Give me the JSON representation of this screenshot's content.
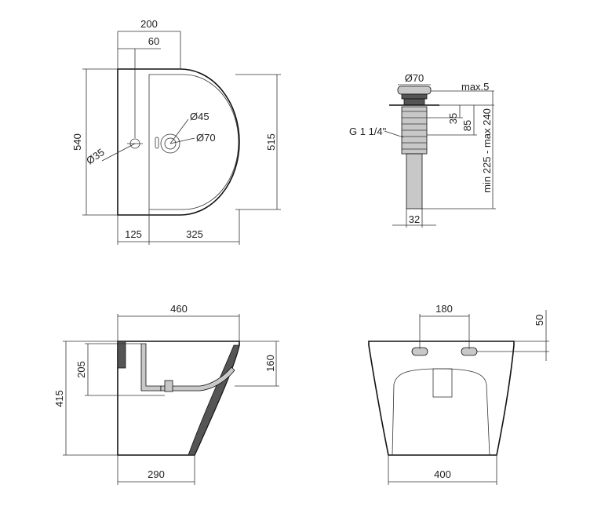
{
  "top_view": {
    "dim_200": "200",
    "dim_60": "60",
    "dim_540": "540",
    "dim_515": "515",
    "dim_d35": "Ø35",
    "dim_d45": "Ø45",
    "dim_d70": "Ø70",
    "dim_125": "125",
    "dim_325": "325"
  },
  "drain": {
    "dim_d70": "Ø70",
    "dim_max5": "max.5",
    "dim_35": "35",
    "dim_85": "85",
    "dim_range": "min 225 - max 240",
    "thread": "G 1 1/4\"",
    "dim_32": "32"
  },
  "side_view": {
    "dim_460": "460",
    "dim_205": "205",
    "dim_160": "160",
    "dim_415": "415",
    "dim_290": "290"
  },
  "back_view": {
    "dim_180": "180",
    "dim_50": "50",
    "dim_400": "400"
  }
}
